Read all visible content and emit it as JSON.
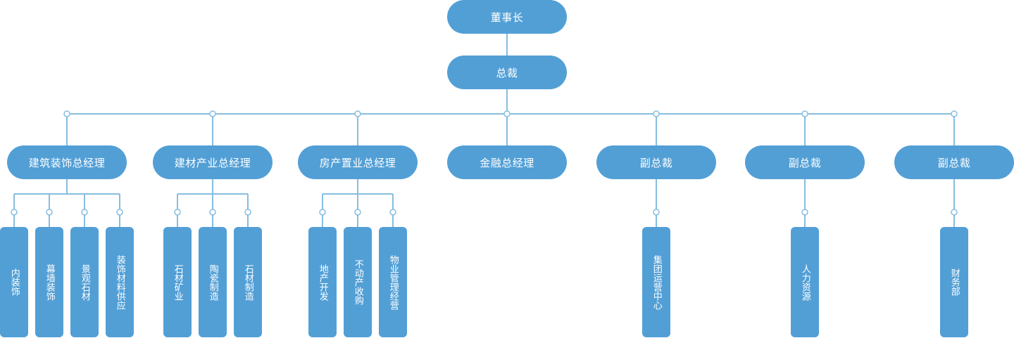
{
  "chairman": "董事长",
  "president": "总裁",
  "divisions": [
    {
      "label": "建筑装饰总经理",
      "units": [
        "内装饰",
        "幕墙装饰",
        "景观石材",
        "装饰材料供应"
      ]
    },
    {
      "label": "建材产业总经理",
      "units": [
        "石材矿业",
        "陶瓷制造",
        "石材制造"
      ]
    },
    {
      "label": "房产置业总经理",
      "units": [
        "地产开发",
        "不动产收购",
        "物业管理经营"
      ]
    },
    {
      "label": "金融总经理",
      "units": []
    },
    {
      "label": "副总裁",
      "units": [
        "集团运营中心"
      ]
    },
    {
      "label": "副总裁",
      "units": [
        "人力资源"
      ]
    },
    {
      "label": "副总裁",
      "units": [
        "财务部"
      ]
    }
  ],
  "colors": {
    "node": "#529fd6",
    "line": "#86bde0",
    "text": "#ffffff"
  }
}
